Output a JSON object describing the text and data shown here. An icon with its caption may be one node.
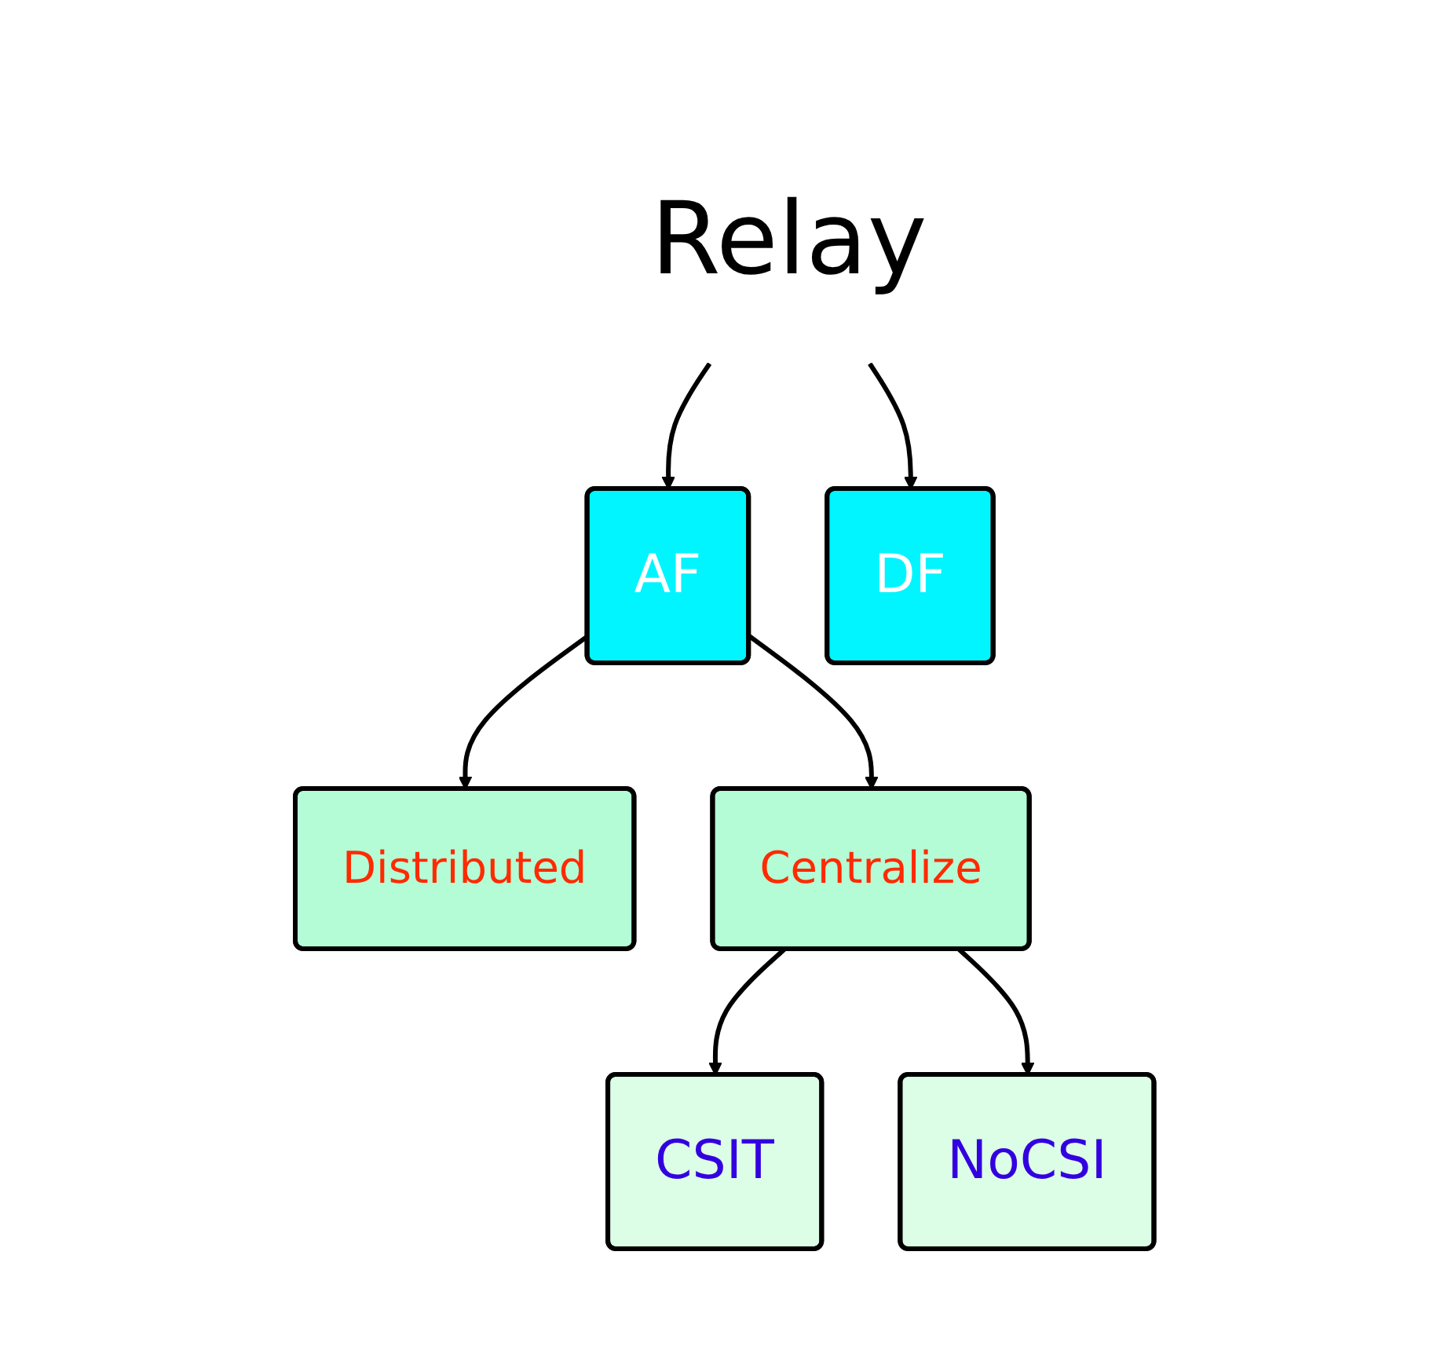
{
  "diagram": {
    "nodes": [
      {
        "text": [
          "Relay"
        ]
      },
      {
        "text": [
          "AF"
        ]
      },
      {
        "text": [
          "DF"
        ]
      },
      {
        "text": [
          "Distributed"
        ]
      },
      {
        "text": [
          "Centralize"
        ]
      },
      {
        "text": [
          "CSIT"
        ]
      },
      {
        "text": [
          "NoCSI"
        ]
      }
    ],
    "edges": [
      {
        "from": 0,
        "to": 1,
        "arrow": "to"
      },
      {
        "from": 0,
        "to": 2,
        "arrow": "to"
      },
      {
        "from": 1,
        "to": 3,
        "arrow": "to"
      },
      {
        "from": 1,
        "to": 4,
        "arrow": "to"
      },
      {
        "from": 4,
        "to": 5,
        "arrow": "to"
      },
      {
        "from": 4,
        "to": 6,
        "arrow": "to"
      }
    ]
  }
}
